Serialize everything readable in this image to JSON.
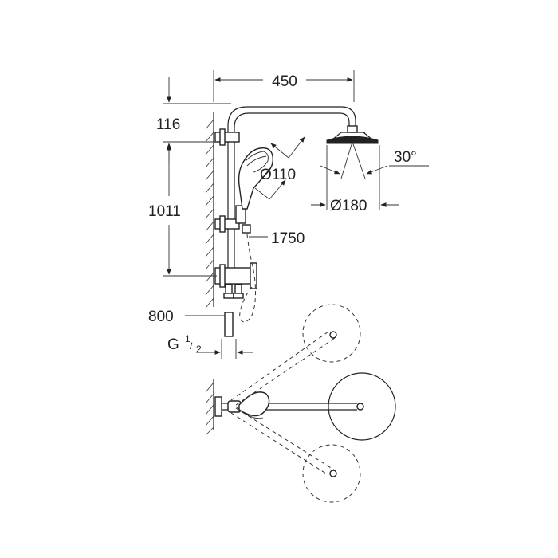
{
  "dimensions": {
    "width_top": "450",
    "height_upper": "116",
    "height_main": "1011",
    "hand_shower_diameter": "Ø110",
    "head_shower_diameter": "Ø180",
    "tilt_angle": "30°",
    "hose_length": "1750",
    "outlet_height": "800",
    "thread_letter": "G",
    "thread_num": "1",
    "thread_den": "2"
  }
}
